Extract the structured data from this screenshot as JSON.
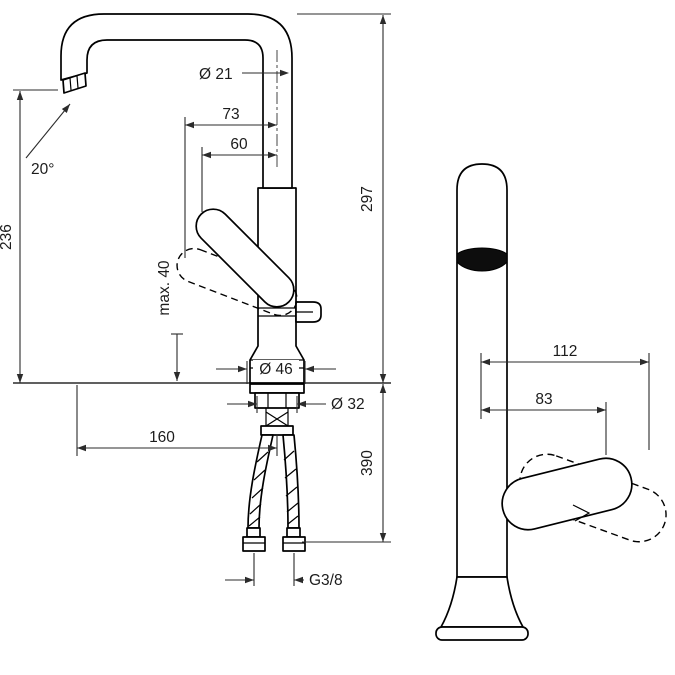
{
  "drawing": {
    "background": "#ffffff",
    "line_color": "#000000",
    "front_view": {
      "labels": {
        "spout_diameter": "Ø 21",
        "dim_73": "73",
        "dim_60": "60",
        "height_297": "297",
        "height_236": "236",
        "angle_20": "20°",
        "max_40": "max. 40",
        "dia_46": "Ø 46",
        "dia_32": "Ø 32",
        "reach_160": "160",
        "length_390": "390",
        "thread_g38": "G3/8"
      }
    },
    "side_view": {
      "labels": {
        "dim_112": "112",
        "dim_83": "83"
      }
    }
  }
}
